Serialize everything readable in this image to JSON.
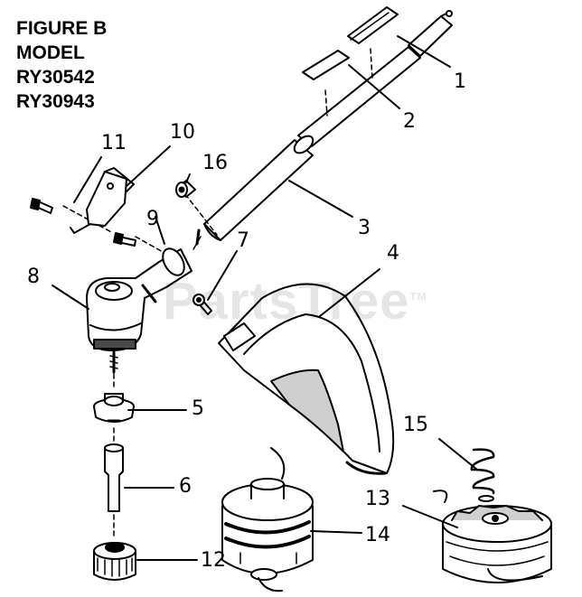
{
  "title": {
    "line1": "FIGURE B",
    "line2": "MODEL",
    "line3": "RY30542",
    "line4": "RY30943"
  },
  "watermark": {
    "text": "PartsTree",
    "tm": "TM"
  },
  "callouts": {
    "c1": "1",
    "c2": "2",
    "c3": "3",
    "c4": "4",
    "c5": "5",
    "c6": "6",
    "c7": "7",
    "c8": "8",
    "c9": "9",
    "c10": "10",
    "c11": "11",
    "c12": "12",
    "c13": "13",
    "c14": "14",
    "c15": "15",
    "c16": "16"
  },
  "colors": {
    "line": "#000000",
    "fill": "#ffffff",
    "shade": "#cfcfcf",
    "dark": "#4a4a4a"
  }
}
